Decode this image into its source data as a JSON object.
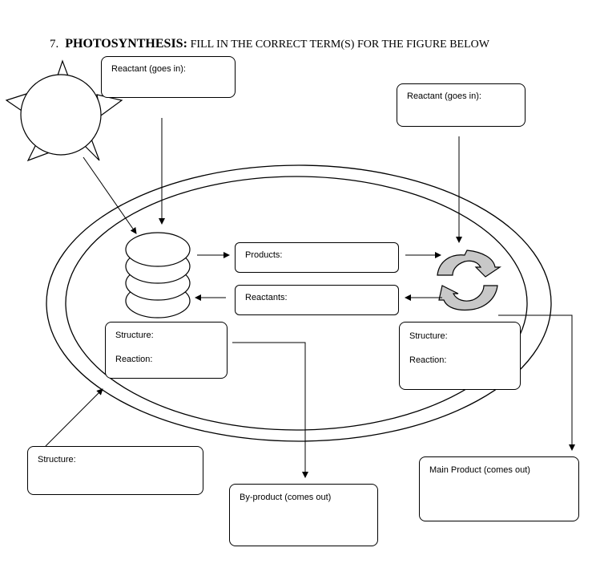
{
  "header": {
    "number": "7.",
    "title": "PHOTOSYNTHESIS:",
    "instruction": "FILL IN THE CORRECT TERM(S) FOR THE FIGURE BELOW"
  },
  "boxes": {
    "reactant_left": "Reactant (goes in):",
    "reactant_right": "Reactant (goes in):",
    "products": "Products:",
    "reactants": "Reactants:",
    "structure_left": "Structure:",
    "reaction_left": "Reaction:",
    "structure_right": "Structure:",
    "reaction_right": "Reaction:",
    "structure_bottom": "Structure:",
    "byproduct": "By-product (comes out)",
    "main_product": "Main Product (comes out)"
  },
  "icons": [
    "sun-icon",
    "thylakoid-stack-icon",
    "cycle-arrows-icon"
  ]
}
